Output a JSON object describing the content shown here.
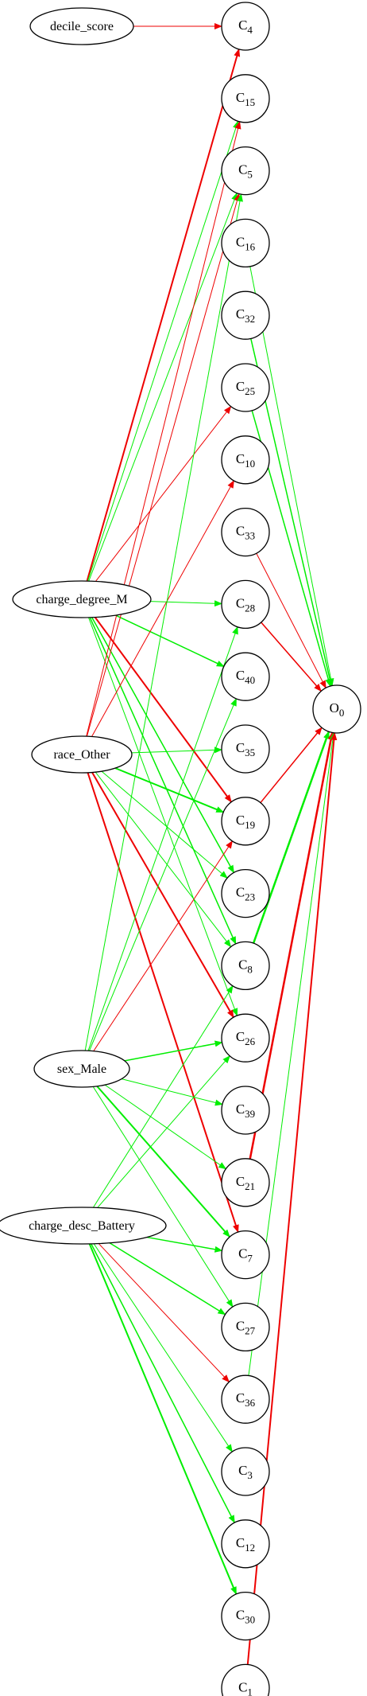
{
  "colors": {
    "positive": "#00ee00",
    "negative": "#ee0000"
  },
  "inputs": [
    {
      "id": "decile_score",
      "label": "decile_score"
    },
    {
      "id": "charge_degree_M",
      "label": "charge_degree_M"
    },
    {
      "id": "race_Other",
      "label": "race_Other"
    },
    {
      "id": "sex_Male",
      "label": "sex_Male"
    },
    {
      "id": "charge_desc_Battery",
      "label": "charge_desc_Battery"
    }
  ],
  "hidden": [
    {
      "id": "C4",
      "base": "C",
      "sub": "4"
    },
    {
      "id": "C15",
      "base": "C",
      "sub": "15"
    },
    {
      "id": "C5",
      "base": "C",
      "sub": "5"
    },
    {
      "id": "C16",
      "base": "C",
      "sub": "16"
    },
    {
      "id": "C32",
      "base": "C",
      "sub": "32"
    },
    {
      "id": "C25",
      "base": "C",
      "sub": "25"
    },
    {
      "id": "C10",
      "base": "C",
      "sub": "10"
    },
    {
      "id": "C33",
      "base": "C",
      "sub": "33"
    },
    {
      "id": "C28",
      "base": "C",
      "sub": "28"
    },
    {
      "id": "C40",
      "base": "C",
      "sub": "40"
    },
    {
      "id": "C35",
      "base": "C",
      "sub": "35"
    },
    {
      "id": "C19",
      "base": "C",
      "sub": "19"
    },
    {
      "id": "C23",
      "base": "C",
      "sub": "23"
    },
    {
      "id": "C8",
      "base": "C",
      "sub": "8"
    },
    {
      "id": "C26",
      "base": "C",
      "sub": "26"
    },
    {
      "id": "C39",
      "base": "C",
      "sub": "39"
    },
    {
      "id": "C21",
      "base": "C",
      "sub": "21"
    },
    {
      "id": "C7",
      "base": "C",
      "sub": "7"
    },
    {
      "id": "C27",
      "base": "C",
      "sub": "27"
    },
    {
      "id": "C36",
      "base": "C",
      "sub": "36"
    },
    {
      "id": "C3",
      "base": "C",
      "sub": "3"
    },
    {
      "id": "C12",
      "base": "C",
      "sub": "12"
    },
    {
      "id": "C30",
      "base": "C",
      "sub": "30"
    },
    {
      "id": "C1",
      "base": "C",
      "sub": "1"
    }
  ],
  "output": {
    "id": "O0",
    "base": "O",
    "sub": "0"
  },
  "edges": [
    {
      "from": "decile_score",
      "to": "C4",
      "sign": "neg",
      "weight": 1
    },
    {
      "from": "charge_degree_M",
      "to": "C4",
      "sign": "neg",
      "weight": 2
    },
    {
      "from": "charge_degree_M",
      "to": "C15",
      "sign": "pos",
      "weight": 1
    },
    {
      "from": "charge_degree_M",
      "to": "C5",
      "sign": "pos",
      "weight": 1
    },
    {
      "from": "charge_degree_M",
      "to": "C25",
      "sign": "neg",
      "weight": 1
    },
    {
      "from": "charge_degree_M",
      "to": "C28",
      "sign": "pos",
      "weight": 1
    },
    {
      "from": "charge_degree_M",
      "to": "C40",
      "sign": "pos",
      "weight": 1.5
    },
    {
      "from": "charge_degree_M",
      "to": "C19",
      "sign": "neg",
      "weight": 2
    },
    {
      "from": "charge_degree_M",
      "to": "C23",
      "sign": "pos",
      "weight": 1.5
    },
    {
      "from": "charge_degree_M",
      "to": "C8",
      "sign": "pos",
      "weight": 1.5
    },
    {
      "from": "charge_degree_M",
      "to": "C26",
      "sign": "pos",
      "weight": 1
    },
    {
      "from": "race_Other",
      "to": "C15",
      "sign": "neg",
      "weight": 1
    },
    {
      "from": "race_Other",
      "to": "C5",
      "sign": "neg",
      "weight": 1
    },
    {
      "from": "race_Other",
      "to": "C10",
      "sign": "neg",
      "weight": 1
    },
    {
      "from": "race_Other",
      "to": "C35",
      "sign": "pos",
      "weight": 1
    },
    {
      "from": "race_Other",
      "to": "C19",
      "sign": "pos",
      "weight": 2
    },
    {
      "from": "race_Other",
      "to": "C23",
      "sign": "pos",
      "weight": 1
    },
    {
      "from": "race_Other",
      "to": "C8",
      "sign": "pos",
      "weight": 1
    },
    {
      "from": "race_Other",
      "to": "C26",
      "sign": "neg",
      "weight": 2
    },
    {
      "from": "race_Other",
      "to": "C7",
      "sign": "neg",
      "weight": 2
    },
    {
      "from": "sex_Male",
      "to": "C5",
      "sign": "pos",
      "weight": 1
    },
    {
      "from": "sex_Male",
      "to": "C28",
      "sign": "pos",
      "weight": 1
    },
    {
      "from": "sex_Male",
      "to": "C40",
      "sign": "pos",
      "weight": 1
    },
    {
      "from": "sex_Male",
      "to": "C19",
      "sign": "neg",
      "weight": 1
    },
    {
      "from": "sex_Male",
      "to": "C26",
      "sign": "pos",
      "weight": 1.5
    },
    {
      "from": "sex_Male",
      "to": "C39",
      "sign": "pos",
      "weight": 1
    },
    {
      "from": "sex_Male",
      "to": "C21",
      "sign": "pos",
      "weight": 1
    },
    {
      "from": "sex_Male",
      "to": "C7",
      "sign": "pos",
      "weight": 2
    },
    {
      "from": "sex_Male",
      "to": "C27",
      "sign": "pos",
      "weight": 1
    },
    {
      "from": "charge_desc_Battery",
      "to": "C8",
      "sign": "pos",
      "weight": 1
    },
    {
      "from": "charge_desc_Battery",
      "to": "C26",
      "sign": "pos",
      "weight": 1
    },
    {
      "from": "charge_desc_Battery",
      "to": "C7",
      "sign": "pos",
      "weight": 1.5
    },
    {
      "from": "charge_desc_Battery",
      "to": "C27",
      "sign": "pos",
      "weight": 1.5
    },
    {
      "from": "charge_desc_Battery",
      "to": "C36",
      "sign": "neg",
      "weight": 1
    },
    {
      "from": "charge_desc_Battery",
      "to": "C3",
      "sign": "pos",
      "weight": 1
    },
    {
      "from": "charge_desc_Battery",
      "to": "C12",
      "sign": "pos",
      "weight": 1.5
    },
    {
      "from": "charge_desc_Battery",
      "to": "C30",
      "sign": "pos",
      "weight": 2
    },
    {
      "from": "C16",
      "to": "O0",
      "sign": "pos",
      "weight": 1
    },
    {
      "from": "C32",
      "to": "O0",
      "sign": "pos",
      "weight": 1.5
    },
    {
      "from": "C25",
      "to": "O0",
      "sign": "pos",
      "weight": 1.5
    },
    {
      "from": "C33",
      "to": "O0",
      "sign": "neg",
      "weight": 1
    },
    {
      "from": "C28",
      "to": "O0",
      "sign": "neg",
      "weight": 1.5
    },
    {
      "from": "C19",
      "to": "O0",
      "sign": "neg",
      "weight": 1.5
    },
    {
      "from": "C8",
      "to": "O0",
      "sign": "pos",
      "weight": 2.5
    },
    {
      "from": "C21",
      "to": "O0",
      "sign": "neg",
      "weight": 2.5
    },
    {
      "from": "C36",
      "to": "O0",
      "sign": "pos",
      "weight": 1
    },
    {
      "from": "C1",
      "to": "O0",
      "sign": "neg",
      "weight": 2
    }
  ]
}
